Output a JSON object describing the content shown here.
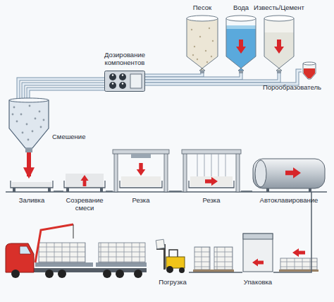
{
  "diagram": {
    "nodes": [
      {
        "text": [
          "Песок"
        ]
      },
      {
        "text": [
          "Вода"
        ]
      },
      {
        "text": [
          "Известь/Цемент"
        ]
      },
      {
        "text": [
          "Дозирование компонентов"
        ]
      },
      {
        "text": [
          "Порообразователь"
        ]
      },
      {
        "text": [
          "Смешение"
        ]
      },
      {
        "text": [
          "Заливка"
        ]
      },
      {
        "text": [
          "Созревание смеси"
        ]
      },
      {
        "text": [
          "Резка"
        ]
      },
      {
        "text": [
          "Резка"
        ]
      },
      {
        "text": [
          "Автоклавирование"
        ]
      },
      {
        "text": [
          "Погрузка"
        ]
      },
      {
        "text": [
          "Упаковка"
        ]
      }
    ],
    "edges": [
      {
        "from": 0,
        "to": 3,
        "arrow": "none"
      },
      {
        "from": 1,
        "to": 3,
        "arrow": "none"
      },
      {
        "from": 2,
        "to": 3,
        "arrow": "none"
      },
      {
        "from": 4,
        "to": 3,
        "arrow": "none"
      },
      {
        "from": 3,
        "to": 5,
        "arrow": "none"
      },
      {
        "from": 5,
        "to": 6,
        "arrow": "to"
      },
      {
        "from": 6,
        "to": 7,
        "arrow": "none"
      },
      {
        "from": 7,
        "to": 8,
        "arrow": "none"
      },
      {
        "from": 8,
        "to": 9,
        "arrow": "none"
      },
      {
        "from": 9,
        "to": 10,
        "arrow": "none"
      },
      {
        "from": 10,
        "to": 12,
        "arrow": "none"
      },
      {
        "from": 12,
        "to": 11,
        "arrow": "none"
      }
    ]
  }
}
